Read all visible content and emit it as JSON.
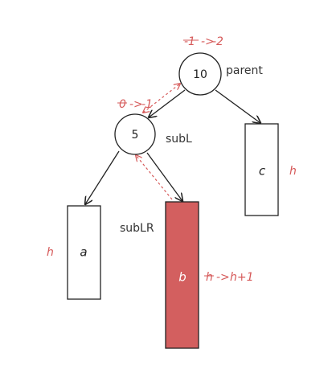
{
  "colors": {
    "annotation": "#d65a5a",
    "highlight_fill": "#d35f5f",
    "stroke": "#222222"
  },
  "nodes": {
    "parent": {
      "value": "10",
      "label": "parent",
      "bf_old": "-1",
      "bf_arrow": "->",
      "bf_new": "-2"
    },
    "subL": {
      "value": "5",
      "label": "subL",
      "bf_old": "0",
      "bf_arrow": "->",
      "bf_new": "-1"
    }
  },
  "subtrees": {
    "a": {
      "name": "a",
      "height": "h"
    },
    "b": {
      "name": "b",
      "label": "subLR",
      "height_old": "h",
      "height_arrow": "->",
      "height_new": "h+1"
    },
    "c": {
      "name": "c",
      "height": "h"
    }
  }
}
